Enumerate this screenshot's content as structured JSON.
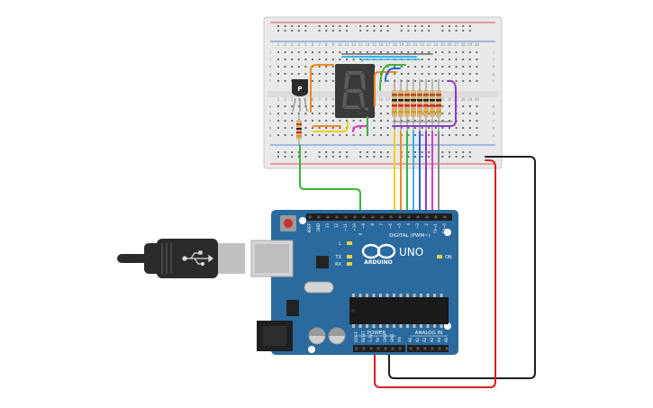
{
  "board": {
    "brand": "ARDUINO",
    "model": "UNO",
    "digital_header_label": "DIGITAL (PWM~)",
    "power_header_label": "POWER",
    "analog_header_label": "ANALOG IN",
    "on_led_label": "ON",
    "l_led_label": "L",
    "tx_label": "TX",
    "rx_label": "RX",
    "digital_pins": [
      "AREF",
      "GND",
      "13",
      "12",
      "~11",
      "~10",
      "~9",
      "8",
      "7",
      "~6",
      "~5",
      "4",
      "~3",
      "2",
      "TX→1",
      "RX←0"
    ],
    "power_pins": [
      "IOREF",
      "RESET",
      "3.3V",
      "5V",
      "GND",
      "GND",
      "Vin"
    ],
    "analog_pins": [
      "A0",
      "A1",
      "A2",
      "A3",
      "A4",
      "A5"
    ]
  },
  "breadboard": {
    "row_letters_top": [
      "j",
      "i",
      "h",
      "g",
      "f"
    ],
    "row_letters_bottom": [
      "e",
      "d",
      "c",
      "b",
      "a"
    ],
    "column_numbers": [
      "1",
      "2",
      "3",
      "4",
      "5",
      "6",
      "7",
      "8",
      "9",
      "10",
      "11",
      "12",
      "13",
      "14",
      "15",
      "16",
      "17",
      "18",
      "19",
      "20",
      "21",
      "22",
      "23",
      "24",
      "25",
      "26",
      "27",
      "28",
      "29",
      "30"
    ]
  },
  "components": {
    "transistor_label": "P",
    "display_digit": "8"
  },
  "colors": {
    "board_blue": "#2a6a9e",
    "wire_orange": "#f08c1e",
    "wire_yellow": "#f2cf1c",
    "wire_green": "#3cb43c",
    "wire_cyan": "#38b6e4",
    "wire_blue": "#2e5fd6",
    "wire_purple": "#8a3cc8",
    "wire_magenta": "#d63cc0",
    "wire_red": "#d82020",
    "wire_black": "#202020",
    "wire_gray": "#9a9a9a"
  }
}
